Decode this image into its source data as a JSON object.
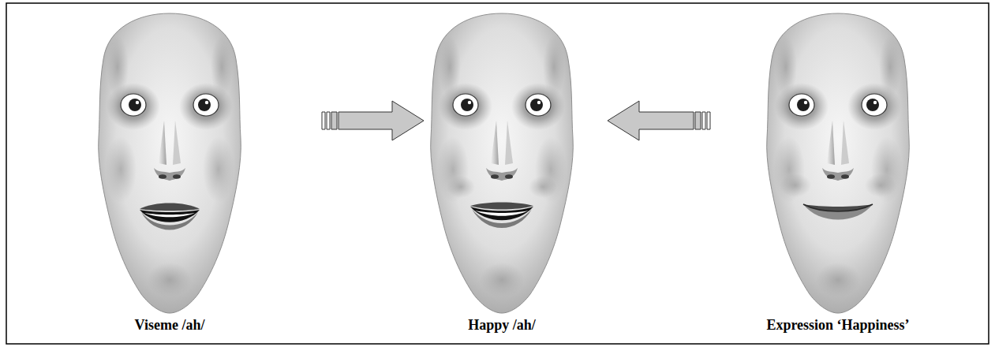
{
  "diagram": {
    "nodes": [
      {
        "text": [
          "Viseme /ah/"
        ]
      },
      {
        "text": [
          "Happy /ah/"
        ]
      },
      {
        "text": [
          "Expression ‘Happiness’"
        ]
      }
    ],
    "edges": [
      {
        "from": 0,
        "to": 1,
        "arrow": "to"
      },
      {
        "from": 2,
        "to": 1,
        "arrow": "to"
      }
    ]
  }
}
